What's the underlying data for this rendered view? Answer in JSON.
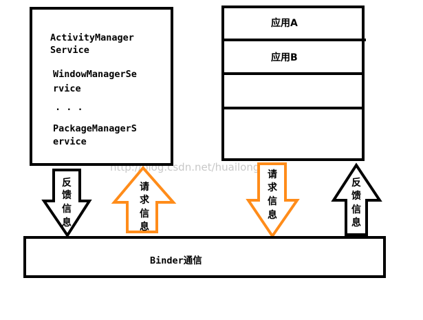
{
  "services": {
    "activity_line1": "ActivityManager",
    "activity_line2": "Service",
    "window_line1": "WindowManagerSe",
    "window_line2": "rvice",
    "ellipsis": ". . .",
    "package_line1": "PackageManagerS",
    "package_line2": "ervice"
  },
  "apps": {
    "app_a": "应用A",
    "app_b": "应用B"
  },
  "arrows": {
    "feedback_left": [
      "反",
      "馈",
      "信",
      "息"
    ],
    "request_left": [
      "请",
      "求",
      "信",
      "息"
    ],
    "request_right": [
      "请",
      "求",
      "信",
      "息"
    ],
    "feedback_right": [
      "反",
      "馈",
      "信",
      "息"
    ]
  },
  "binder": {
    "label": "Binder通信"
  },
  "watermark": "http://blog.csdn.net/huailong",
  "colors": {
    "stroke": "#000000",
    "request_arrow": "#ff8c1a",
    "background": "#ffffff"
  }
}
